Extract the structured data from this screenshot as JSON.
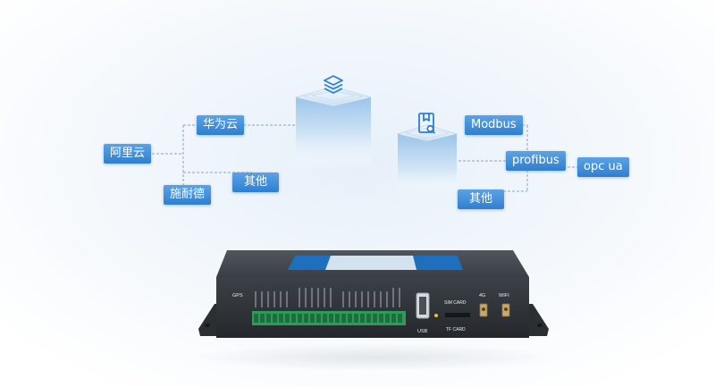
{
  "left_group": {
    "tags": {
      "huawei": "华为云",
      "aliyun": "阿里云",
      "schneider": "施耐德",
      "other": "其他"
    },
    "pillar_icon": "layers-icon"
  },
  "right_group": {
    "tags": {
      "modbus": "Modbus",
      "profibus": "profibus",
      "opcua": "opc ua",
      "other": "其他"
    },
    "pillar_icon": "document-icon"
  },
  "device": {
    "labels": {
      "gps": "GPS",
      "usb": "USB",
      "sim": "SIM CARD",
      "tf": "TF CARD",
      "g4": "4G",
      "wifi": "WIFI"
    },
    "colors": {
      "body": "#2f3338",
      "terminal": "#2e9b5a",
      "accent": "#1f6fbf"
    }
  },
  "colors": {
    "tag": "#3a8ad8",
    "line": "#8aa3b9"
  }
}
